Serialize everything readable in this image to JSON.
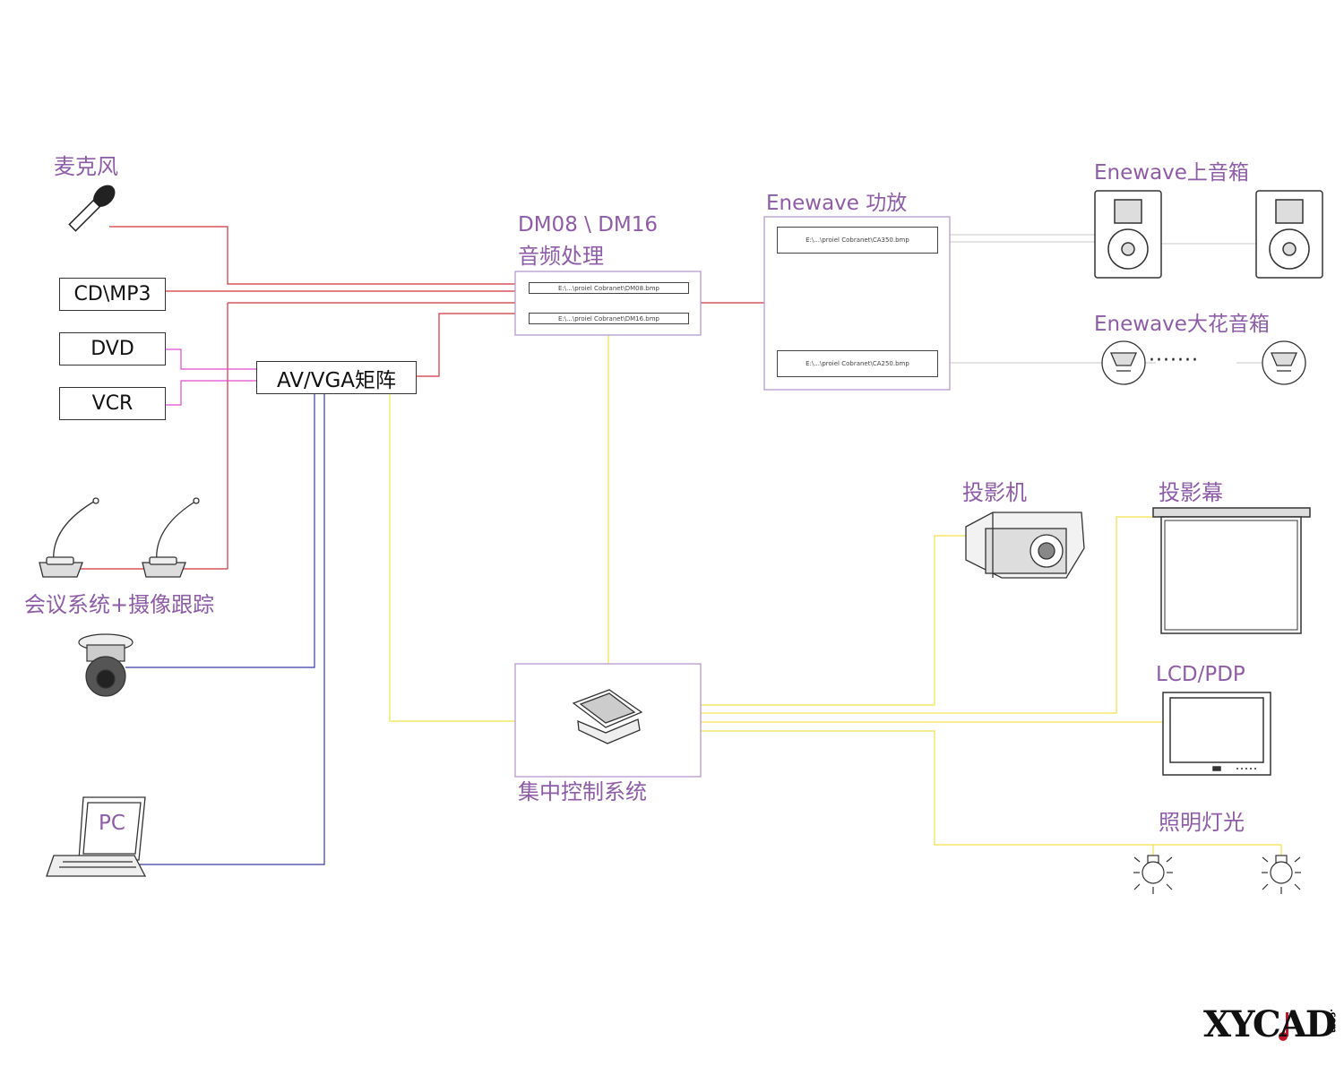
{
  "labels": {
    "microphone": "麦克风",
    "cdmp3": "CD\\MP3",
    "dvd": "DVD",
    "vcr": "VCR",
    "av_matrix": "AV/VGA矩阵",
    "conference": "会议系统+摄像跟踪",
    "pc": "PC",
    "dm_line1": "DM08 \\ DM16",
    "dm_line2": "音频处理",
    "amp": "Enewave 功放",
    "speaker_top": "Enewave上音箱",
    "speaker_ceiling": "Enewave大花音箱",
    "dots": "·······",
    "control": "集中控制系统",
    "projector": "投影机",
    "screen": "投影幕",
    "lcd": "LCD/PDP",
    "lighting": "照明灯光"
  },
  "device_captions": {
    "dm_unit_1": "E:\\...\\proiel Cobranet\\DM08.bmp",
    "dm_unit_2": "E:\\...\\proiel Cobranet\\DM16.bmp",
    "amp_unit_1": "E:\\...\\proiel Cobranet\\CA350.bmp",
    "amp_unit_2": "E:\\...\\proiel Cobranet\\CA250.bmp"
  },
  "watermark": "XYCAD",
  "watermark_suffix": ".com",
  "colors": {
    "audio_line": "#d0343c",
    "video_line": "#e04ad0",
    "vga_line": "#3a3aa8",
    "control_line": "#f2e04a",
    "speaker_line": "#c8c8c8",
    "label_purple": "#8e5ca8"
  },
  "icons": [
    "microphone-icon",
    "conference-mic-icon",
    "ptz-camera-icon",
    "laptop-icon",
    "speaker-icon",
    "ceiling-speaker-icon",
    "projector-icon",
    "projection-screen-icon",
    "lcd-monitor-icon",
    "light-bulb-icon",
    "touch-panel-icon"
  ]
}
